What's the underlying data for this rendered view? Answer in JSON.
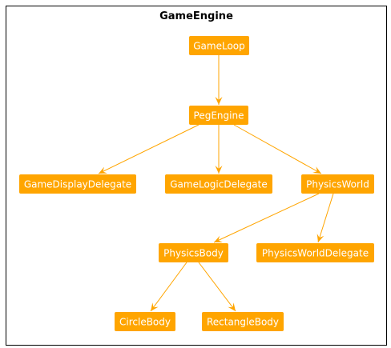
{
  "diagram": {
    "title": "GameEngine",
    "node_color": "#ffa500",
    "node_text_color": "#ffffff",
    "edge_color": "#ffa500",
    "nodes": [
      {
        "id": "gameloop",
        "label": "GameLoop"
      },
      {
        "id": "pegengine",
        "label": "PegEngine"
      },
      {
        "id": "gamedisplaydelegate",
        "label": "GameDisplayDelegate"
      },
      {
        "id": "gamelogicdelegate",
        "label": "GameLogicDelegate"
      },
      {
        "id": "physicsworld",
        "label": "PhysicsWorld"
      },
      {
        "id": "physicsbody",
        "label": "PhysicsBody"
      },
      {
        "id": "physicsworlddelegate",
        "label": "PhysicsWorldDelegate"
      },
      {
        "id": "circlebody",
        "label": "CircleBody"
      },
      {
        "id": "rectanglebody",
        "label": "RectangleBody"
      }
    ],
    "edges": [
      {
        "from": "gameloop",
        "to": "pegengine"
      },
      {
        "from": "pegengine",
        "to": "gamedisplaydelegate"
      },
      {
        "from": "pegengine",
        "to": "gamelogicdelegate"
      },
      {
        "from": "pegengine",
        "to": "physicsworld"
      },
      {
        "from": "physicsworld",
        "to": "physicsbody"
      },
      {
        "from": "physicsworld",
        "to": "physicsworlddelegate"
      },
      {
        "from": "physicsbody",
        "to": "circlebody"
      },
      {
        "from": "physicsbody",
        "to": "rectanglebody"
      }
    ]
  }
}
